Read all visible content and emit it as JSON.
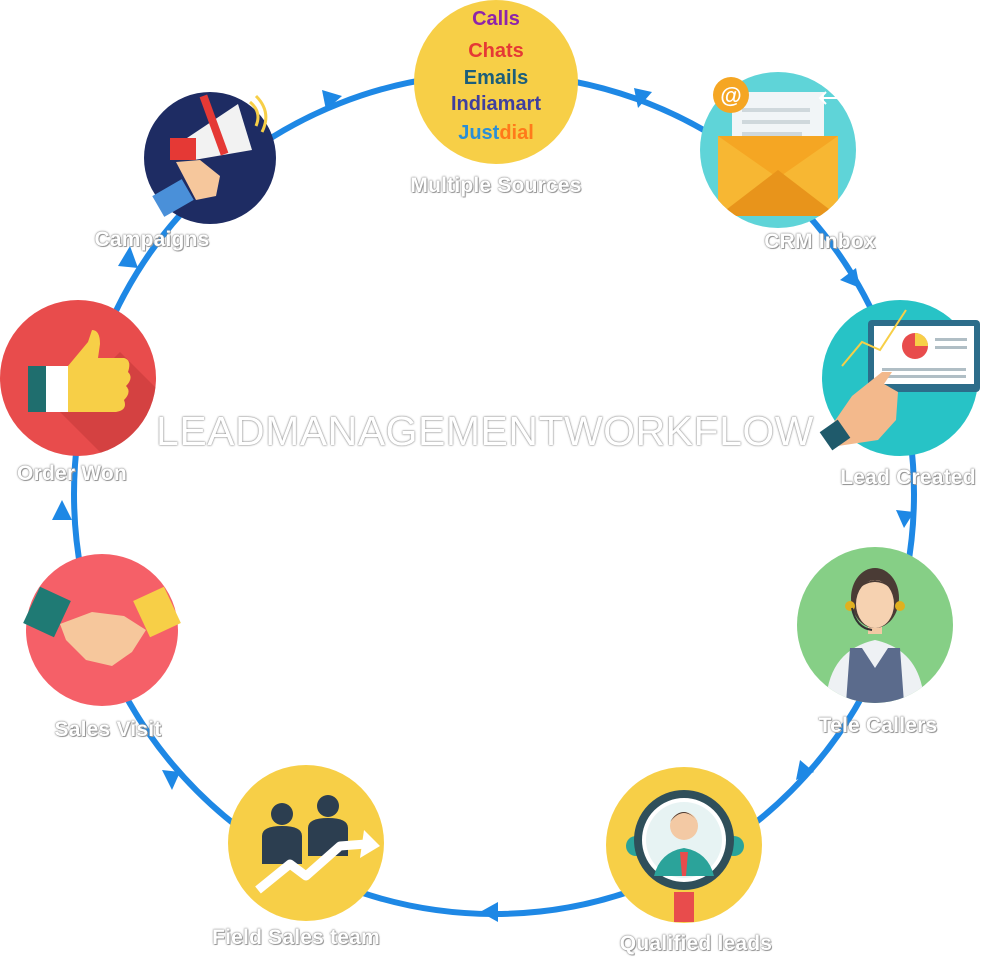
{
  "title": "LEADMANAGEMENTWORKFLOW",
  "sources": {
    "calls": "Calls",
    "chats": "Chats",
    "emails": "Emails",
    "indiamart": "Indiamart",
    "justdial_a": "Just",
    "justdial_b": "dial"
  },
  "stages": {
    "multiple_sources": "Multiple Sources",
    "crm_inbox": "CRM Inbox",
    "lead_created": "Lead Created",
    "tele_callers": "Tele Callers",
    "qualified_leads": "Qualified leads",
    "field_sales": "Field Sales team",
    "sales_visit": "Sales Visit",
    "order_won": "Order Won",
    "campaigns": "Campaigns"
  },
  "colors": {
    "ring": "#1e88e5",
    "sources_circle": "#f7cf47",
    "crm_circle": "#5fd4d8",
    "lead_circle": "#27c3c6",
    "tele_circle": "#86cf86",
    "qualified_circle": "#f7cf47",
    "field_circle": "#f7cf47",
    "visit_circle": "#f56068",
    "won_circle": "#e84c4c",
    "campaign_circle": "#1e2c63",
    "calls": "#8e24aa",
    "chats": "#e53935",
    "emails": "#1b5e7a",
    "indiamart": "#3f3f9f",
    "just": "#2b8fd6",
    "dial": "#ff7a1a"
  }
}
